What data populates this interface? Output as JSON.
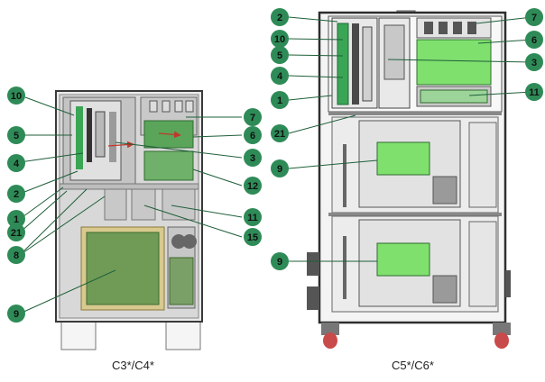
{
  "captions": {
    "left": "C3*/C4*",
    "right": "C5*/C6*"
  },
  "colors": {
    "callout": "#2e8b57",
    "callout_line": "#1f5f3a",
    "board_green": "#7fe06e",
    "cabinet_frame": "#3a3a3a",
    "cabinet_fill": "#efefef",
    "panel_gray": "#cfcfcf",
    "caster_red": "#c94a4a"
  },
  "left_callouts": {
    "c1": "1",
    "c2": "2",
    "c3": "3",
    "c4": "4",
    "c5": "5",
    "c6": "6",
    "c7": "7",
    "c8": "8",
    "c9": "9",
    "c10": "10",
    "c11": "11",
    "c12": "12",
    "c15": "15",
    "c21": "21"
  },
  "right_callouts": {
    "c1": "1",
    "c2": "2",
    "c3": "3",
    "c4": "4",
    "c5": "5",
    "c6": "6",
    "c7": "7",
    "c9a": "9",
    "c9b": "9",
    "c10": "10",
    "c11": "11",
    "c21": "21"
  }
}
